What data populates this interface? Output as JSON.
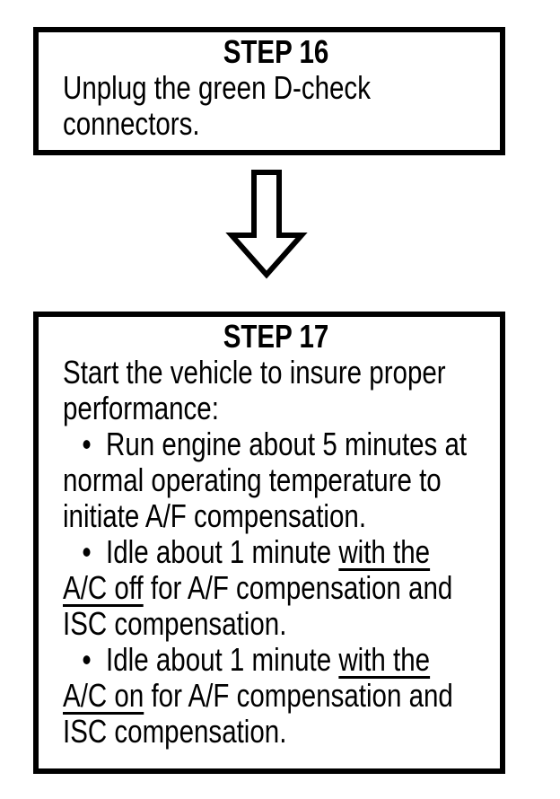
{
  "page": {
    "background_color": "#ffffff",
    "ink_color": "#000000"
  },
  "flowchart": {
    "connector": {
      "icon": "arrow-down-icon",
      "direction": "down"
    },
    "steps": [
      {
        "title": "STEP 16",
        "lines": [
          {
            "segments": [
              {
                "text": "Unplug the green D-check"
              }
            ]
          },
          {
            "segments": [
              {
                "text": "connectors."
              }
            ]
          }
        ]
      },
      {
        "title": "STEP 17",
        "lines": [
          {
            "segments": [
              {
                "text": "Start the vehicle to insure proper"
              }
            ]
          },
          {
            "segments": [
              {
                "text": "performance:"
              }
            ]
          },
          {
            "indent": true,
            "segments": [
              {
                "text": "•  Run engine about 5 minutes at"
              }
            ]
          },
          {
            "segments": [
              {
                "text": "normal operating temperature to"
              }
            ]
          },
          {
            "segments": [
              {
                "text": "initiate A/F compensation."
              }
            ]
          },
          {
            "indent": true,
            "segments": [
              {
                "text": "•  Idle about 1 minute "
              },
              {
                "text": "with the",
                "underline": true
              }
            ]
          },
          {
            "segments": [
              {
                "text": "A/C off",
                "underline": true
              },
              {
                "text": " for A/F compensation and"
              }
            ]
          },
          {
            "segments": [
              {
                "text": "ISC compensation."
              }
            ]
          },
          {
            "indent": true,
            "segments": [
              {
                "text": "•  Idle about 1 minute "
              },
              {
                "text": "with the",
                "underline": true
              }
            ]
          },
          {
            "segments": [
              {
                "text": "A/C on",
                "underline": true
              },
              {
                "text": " for A/F compensation and"
              }
            ]
          },
          {
            "segments": [
              {
                "text": "ISC compensation."
              }
            ]
          }
        ]
      }
    ]
  }
}
